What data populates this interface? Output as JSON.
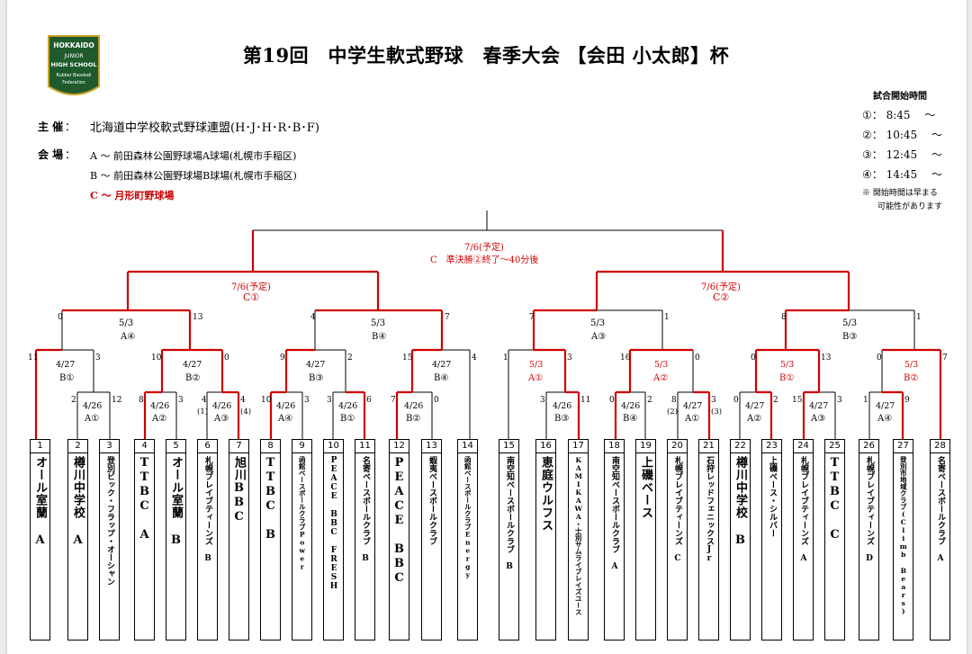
{
  "logo": {
    "lines": [
      "HOKKAIDO",
      "JUNIOR",
      "HIGH SCHOOL",
      "Rubber Baseball",
      "Federation"
    ]
  },
  "title": "第19回　中学生軟式野球　春季大会 【会田 小太郎】杯",
  "organizer": {
    "label": "主 催",
    "value": "北海道中学校軟式野球連盟(H･J･H･R･B･F)"
  },
  "venue": {
    "label": "会 場",
    "items": [
      "A ～ 前田森林公園野球場A球場(札幌市手稲区)",
      "B ～ 前田森林公園野球場B球場(札幌市手稲区)",
      "C ～ 月形町野球場"
    ]
  },
  "timetable": {
    "title": "試合開始時間",
    "rows": [
      "①：  8:45 　～",
      "②：  10:45 　～",
      "③：  12:45 　～",
      "④：  14:45 　～"
    ],
    "note1": "※ 開始時間は早まる",
    "note2": "可能性があります"
  },
  "accent_red": "#d00000",
  "teams": [
    {
      "n": "1",
      "name": "オール室蘭 A"
    },
    {
      "n": "2",
      "name": "樽川中学校 A"
    },
    {
      "n": "3",
      "name": "登別ビック・フラップ・オーシャン"
    },
    {
      "n": "4",
      "name": "TTBC A"
    },
    {
      "n": "5",
      "name": "オール室蘭 B"
    },
    {
      "n": "6",
      "name": "札幌ブレイブティーンズ B"
    },
    {
      "n": "7",
      "name": "旭川BBC"
    },
    {
      "n": "8",
      "name": "TTBC B"
    },
    {
      "n": "9",
      "name": "函館ベースボールクラブPower"
    },
    {
      "n": "10",
      "name": "PEACE BBC FRESH"
    },
    {
      "n": "11",
      "name": "名寄ベースボールクラブ B"
    },
    {
      "n": "12",
      "name": "PEACE BBC"
    },
    {
      "n": "13",
      "name": "蝦夷ベースボールクラブ"
    },
    {
      "n": "14",
      "name": "函館ベースボールクラブEnergy"
    },
    {
      "n": "15",
      "name": "南空知ベースボールクラブ B"
    },
    {
      "n": "16",
      "name": "恵庭ウルフス"
    },
    {
      "n": "17",
      "name": "KAMIKAWA・士別サムライブレイズユース"
    },
    {
      "n": "18",
      "name": "南空知ベースボールクラブ A"
    },
    {
      "n": "19",
      "name": "上磯ベース"
    },
    {
      "n": "20",
      "name": "札幌ブレイブティーンズ C"
    },
    {
      "n": "21",
      "name": "石狩レッドフェニックスJr"
    },
    {
      "n": "22",
      "name": "樽川中学校 B"
    },
    {
      "n": "23",
      "name": "上磯ベース・シルバー"
    },
    {
      "n": "24",
      "name": "札幌ブレイブティーンズ A"
    },
    {
      "n": "25",
      "name": "TTBC C"
    },
    {
      "n": "26",
      "name": "札幌ブレイブティーンズ D"
    },
    {
      "n": "27",
      "name": "登別市地域クラブ(Climb Bears)"
    },
    {
      "n": "28",
      "name": "名寄ベースボールクラブ A"
    }
  ],
  "match_labels": {
    "final_date": "7/6(予定)",
    "final_label": "C　準決勝②終了～40分後",
    "sf1_date": "7/6(予定)",
    "sf1_label": "C①",
    "sf2_date": "7/6(予定)",
    "sf2_label": "C②",
    "qf": [
      {
        "date": "5/3",
        "label": "A④"
      },
      {
        "date": "5/3",
        "label": "B④"
      },
      {
        "date": "5/3",
        "label": "A③"
      },
      {
        "date": "5/3",
        "label": "B③"
      }
    ],
    "r2": [
      {
        "date": "4/27",
        "label": "B①"
      },
      {
        "date": "4/27",
        "label": "B②"
      },
      {
        "date": "4/27",
        "label": "B③"
      },
      {
        "date": "4/27",
        "label": "B④"
      },
      {
        "date": "5/3",
        "label": "A①"
      },
      {
        "date": "5/3",
        "label": "A②"
      },
      {
        "date": "5/3",
        "label": "B①"
      },
      {
        "date": "5/3",
        "label": "B②"
      }
    ],
    "r1": [
      {
        "date": "4/26",
        "label": "A①"
      },
      {
        "date": "4/26",
        "label": "A②"
      },
      {
        "date": "4/26",
        "label": "A③"
      },
      {
        "date": "4/26",
        "label": "A④"
      },
      {
        "date": "4/26",
        "label": "B①"
      },
      {
        "date": "4/26",
        "label": "B②"
      },
      {
        "date": "4/26",
        "label": "B③"
      },
      {
        "date": "4/26",
        "label": "B④"
      },
      {
        "date": "4/27",
        "label": "A①"
      },
      {
        "date": "4/27",
        "label": "A②"
      },
      {
        "date": "4/27",
        "label": "A③"
      },
      {
        "date": "4/27",
        "label": "A④"
      }
    ]
  },
  "scores": {
    "qf": [
      "0",
      "13",
      "4",
      "7",
      "7",
      "1",
      "8",
      "1"
    ],
    "r2": [
      "11",
      "3",
      "10",
      "0",
      "9",
      "2",
      "15",
      "4",
      "1",
      "3",
      "16",
      "0",
      "0",
      "13",
      "0",
      "7"
    ],
    "r1": [
      "2",
      "12",
      "8",
      "3",
      "4",
      "4",
      "(1)",
      "(4)",
      "10",
      "3",
      "3",
      "6",
      "7",
      "0",
      "3",
      "11",
      "0",
      "2",
      "8",
      "3",
      "(2)",
      "(3)",
      "0",
      "2",
      "15",
      "3",
      "1",
      "9"
    ]
  }
}
